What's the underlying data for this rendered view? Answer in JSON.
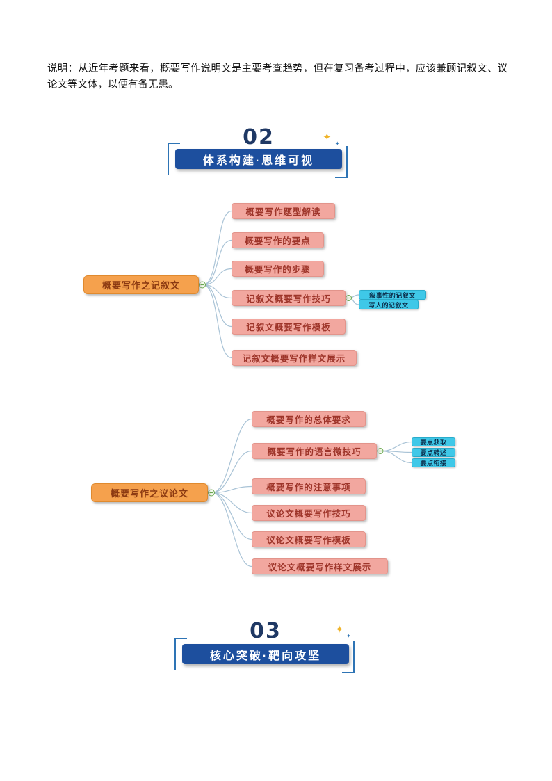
{
  "document": {
    "intro": "说明：从近年考题来看，概要写作说明文是主要考查趋势，但在复习备考过程中，应该兼顾记叙文、议论文等文体，以便有备无患。"
  },
  "sections": {
    "s2": {
      "number": "02",
      "title": "体系构建·思维可视"
    },
    "s3": {
      "number": "03",
      "title": "核心突破·靶向攻坚"
    }
  },
  "mindmap1": {
    "root": "概要写作之记叙文",
    "children": [
      {
        "label": "概要写作题型解读"
      },
      {
        "label": "概要写作的要点"
      },
      {
        "label": "概要写作的步骤"
      },
      {
        "label": "记叙文概要写作技巧",
        "subchildren": [
          "叙事性的记叙文",
          "写人的记叙文"
        ]
      },
      {
        "label": "记叙文概要写作模板"
      },
      {
        "label": "记叙文概要写作样文展示"
      }
    ]
  },
  "mindmap2": {
    "root": "概要写作之议论文",
    "children": [
      {
        "label": "概要写作的总体要求"
      },
      {
        "label": "概要写作的语言微技巧",
        "subchildren": [
          "要点获取",
          "要点转述",
          "要点衔接"
        ]
      },
      {
        "label": "概要写作的注意事项"
      },
      {
        "label": "议论文概要写作技巧"
      },
      {
        "label": "议论文概要写作模板"
      },
      {
        "label": "议论文概要写作样文展示"
      }
    ]
  },
  "decor": {
    "sparkle": "✦"
  },
  "colors": {
    "banner_blue": "#1d4f9e",
    "bracket_blue": "#2e74b5",
    "number_navy": "#1f3864",
    "root_orange": "#f5a14d",
    "child_salmon": "#f2a79f",
    "sub_cyan": "#3fc8e8",
    "connector_gray": "#a9c3d6",
    "sparkle_gold": "#f0b429",
    "collapse_green": "#6aa84f"
  }
}
